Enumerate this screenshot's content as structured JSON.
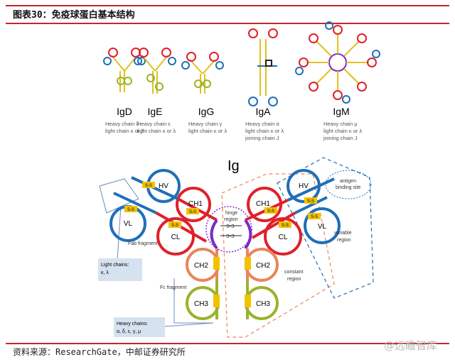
{
  "header": {
    "title": "图表30：免疫球蛋白基本结构"
  },
  "footer": {
    "source": "资料来源：ResearchGate，中邮证券研究所",
    "watermark": "@远瞻智库"
  },
  "isotypes": [
    {
      "name": "IgD",
      "lines": [
        "Heavy chain δ",
        "light chain κ or λ"
      ]
    },
    {
      "name": "IgE",
      "lines": [
        "Heavy chain ε",
        "light chain κ or λ"
      ]
    },
    {
      "name": "IgG",
      "lines": [
        "Heavy chain γ",
        "light chain κ or λ"
      ]
    },
    {
      "name": "IgA",
      "lines": [
        "Heavy chain α",
        "light chain κ or λ",
        "joining chain J"
      ]
    },
    {
      "name": "IgM",
      "lines": [
        "Heavy chain μ",
        "light chain κ or λ",
        "joining chain J"
      ]
    }
  ],
  "ig": {
    "title": "Ig",
    "domains": {
      "hv": "HV",
      "vl": "VL",
      "ch1": "CH1",
      "cl": "CL",
      "ch2": "CH2",
      "ch3": "CH3"
    },
    "ss": "S-S",
    "hinge": [
      "hinge",
      "region"
    ],
    "fab": "Fab fragment",
    "fc": "Fc fragment",
    "light_box": [
      "Light chains:",
      "κ, λ"
    ],
    "heavy_box": [
      "Heavy chains:",
      "α, δ, ε, γ, μ"
    ],
    "constant": [
      "constant",
      "region"
    ],
    "variable": [
      "variable",
      "region"
    ],
    "antigen": [
      "antigen",
      "binding site"
    ]
  },
  "colors": {
    "rule": "#c0282d",
    "blue": "#1f6fb8",
    "red": "#e0202a",
    "orange": "#e8875a",
    "green": "#9ab32a",
    "purple": "#7a2bc9",
    "ss": "#f2c200"
  }
}
